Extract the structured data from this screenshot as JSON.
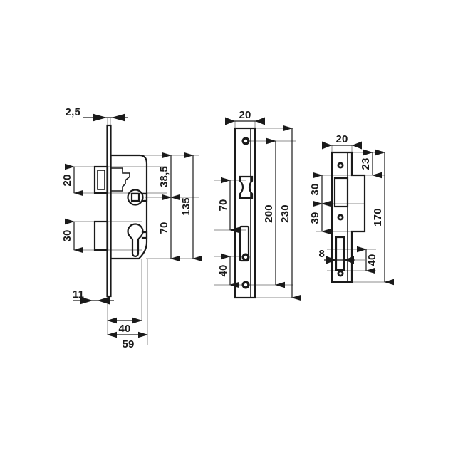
{
  "document": {
    "type": "technical-drawing",
    "subject": "Mortise lock — three orthographic views with dimensions",
    "units": "mm",
    "background_color": "#ffffff",
    "line_color": "#1a1a1a",
    "extension_line_color": "#8c8c8c"
  },
  "views": {
    "left": {
      "name": "side-section-view",
      "dimensions": {
        "faceplate_thickness": "2,5",
        "latch_height": "20",
        "deadbolt_height": "30",
        "spindle_from_top": "38,5",
        "spindle_to_cylinder": "70",
        "total_height": "135",
        "faceplate_to_backset_edge": "11",
        "backset": "40",
        "case_depth": "59"
      }
    },
    "middle": {
      "name": "faceplate-front-view",
      "dimensions": {
        "width": "20",
        "latch_to_cylinder": "70",
        "screw_spacing_bottom": "40",
        "screw_to_screw": "200",
        "faceplate_length": "230"
      }
    },
    "right": {
      "name": "strike-plate-view",
      "dimensions": {
        "width": "20",
        "top_to_opening": "23",
        "latch_opening_height": "30",
        "opening_to_slot": "39",
        "slot_width": "8",
        "slot_height": "40",
        "plate_length": "170"
      }
    }
  },
  "labels": {
    "left_2_5": "2,5",
    "left_20": "20",
    "left_30": "30",
    "left_38_5": "38,5",
    "left_70": "70",
    "left_135": "135",
    "left_11": "11",
    "left_40": "40",
    "left_59": "59",
    "mid_20": "20",
    "mid_70": "70",
    "mid_40": "40",
    "mid_200": "200",
    "mid_230": "230",
    "right_20": "20",
    "right_23": "23",
    "right_30": "30",
    "right_39": "39",
    "right_8": "8",
    "right_40": "40",
    "right_170": "170"
  }
}
